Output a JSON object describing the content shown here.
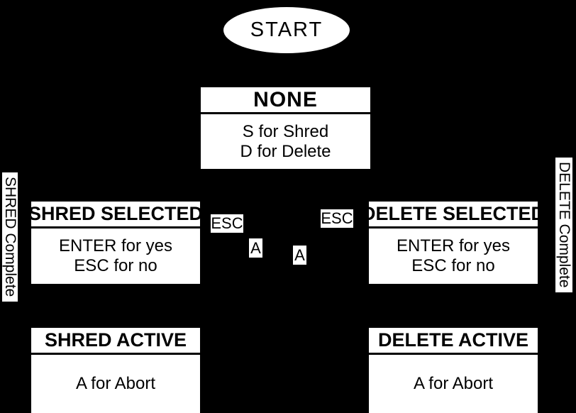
{
  "colors": {
    "background": "#000000",
    "node_fill": "#ffffff",
    "node_text": "#000000"
  },
  "start_node": {
    "label": "START"
  },
  "states": {
    "none": {
      "title": "NONE",
      "line1": "S for Shred",
      "line2": "D for Delete"
    },
    "shred_selected": {
      "title": "SHRED SELECTED",
      "line1": "ENTER for yes",
      "line2": "ESC for no"
    },
    "delete_selected": {
      "title": "DELETE SELECTED",
      "line1": "ENTER for yes",
      "line2": "ESC for no"
    },
    "shred_active": {
      "title": "SHRED ACTIVE",
      "line1": "A for Abort"
    },
    "delete_active": {
      "title": "DELETE ACTIVE",
      "line1": "A for Abort"
    }
  },
  "edge_labels": {
    "esc_left": "ESC",
    "a_left": "A",
    "a_right": "A",
    "esc_right": "ESC",
    "shred_complete": "SHRED Complete",
    "delete_complete": "DELETE Complete"
  }
}
